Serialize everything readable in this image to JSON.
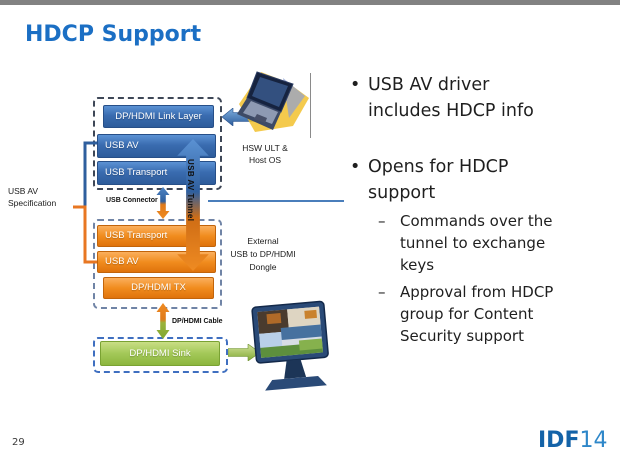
{
  "header": {
    "title": "HDCP Support"
  },
  "footer": {
    "page_number": "29",
    "logo_idf": "IDF",
    "logo_year": "14"
  },
  "bullets": {
    "marker": "•",
    "dash": "–",
    "items": [
      {
        "level": 1,
        "text": "USB AV driver includes HDCP info"
      },
      {
        "level": 1,
        "text": "Opens for HDCP support"
      },
      {
        "level": 2,
        "text": "Commands over the tunnel to exchange keys"
      },
      {
        "level": 2,
        "text": "Approval from HDCP group for Content Security support"
      }
    ]
  },
  "diagram": {
    "host_stack": {
      "link_layer": "DP/HDMI Link Layer",
      "usb_av": "USB AV",
      "usb_transport": "USB Transport"
    },
    "dongle_stack": {
      "usb_transport": "USB Transport",
      "usb_av": "USB AV",
      "dp_hdmi_tx": "DP/HDMI TX"
    },
    "sink": {
      "label": "DP/HDMI Sink"
    },
    "labels": {
      "usb_connector": "USB Connector",
      "usb_av_tunnel": "USB AV Tunnel",
      "dp_hdmi_cable": "DP/HDMI Cable",
      "spec_lines": [
        "USB AV",
        "Specification"
      ],
      "hsw_lines": [
        "HSW ULT &",
        "Host OS"
      ],
      "external_lines": [
        "External",
        "USB to DP/HDMI",
        "Dongle"
      ]
    },
    "colors": {
      "title_blue": "#1b6fc4",
      "blue_box": "#3a6cb0",
      "orange_box": "#f18c1e",
      "green_box": "#9ec54f",
      "connector_line": "#4a7ebb",
      "host_border": "#3e4757",
      "dongle_border": "#7084a6",
      "sink_border": "#3f6fc0"
    }
  }
}
